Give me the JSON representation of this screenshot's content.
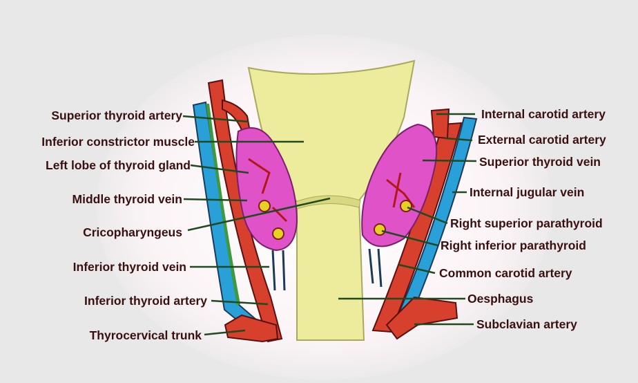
{
  "labels_left": [
    "Superior thyroid artery",
    "Inferior constrictor muscle",
    "Left lobe of thyroid gland",
    "Middle thyroid vein",
    "Cricopharyngeus",
    "Inferior thyroid vein",
    "Inferior thyroid artery",
    "Thyrocervical trunk"
  ],
  "labels_right": [
    "Internal carotid artery",
    "External carotid artery",
    "Superior thyroid vein",
    "Internal jugular vein",
    "Right superior parathyroid",
    "Right inferior parathyroid",
    "Common carotid artery",
    "Oesphagus",
    "Subclavian artery"
  ],
  "colors": {
    "label_text": "#3a0f0f",
    "leader_line": "#1f4a1f",
    "thyroid_lobe": "#e052c8",
    "larynx": "#ecec9c",
    "artery": "#d6402c",
    "vein": "#2aa0d8",
    "parathyroid": "#e8d020"
  }
}
